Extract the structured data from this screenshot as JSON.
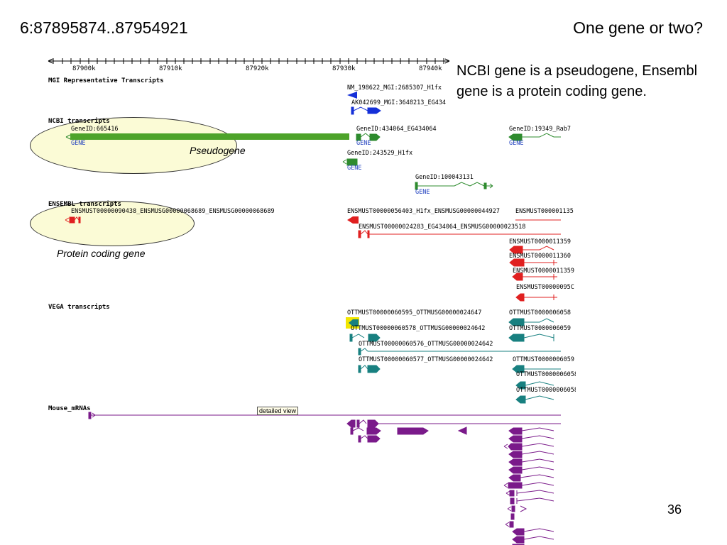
{
  "slide": {
    "coordinates": "6:87895874..87954921",
    "title": "One gene or two?",
    "note": "NCBI gene is a pseudogene, Ensembl gene is a protein coding gene.",
    "page_number": "36"
  },
  "callouts": {
    "pseudogene": "Pseudogene",
    "protein_coding": "Protein coding gene"
  },
  "ruler": {
    "ticks": [
      "87900k",
      "87910k",
      "87920k",
      "87930k",
      "87940k"
    ]
  },
  "tracks": {
    "mgi": {
      "title": "MGI Representative Transcripts",
      "features": [
        "NM_198622_MGI:2685307_H1fx",
        "AK042699_MGI:3648213_EG434"
      ]
    },
    "ncbi": {
      "title": "NCBI transcripts",
      "features": [
        {
          "id": "GeneID:665416",
          "type": "GENE"
        },
        {
          "id": "GeneID:434064_EG434064",
          "type": "GENE"
        },
        {
          "id": "GeneID:243529_H1fx",
          "type": "GENE"
        },
        {
          "id": "GeneID:100043131",
          "type": "GENE"
        },
        {
          "id": "GeneID:19349_Rab7",
          "type": "GENE"
        }
      ]
    },
    "ensembl": {
      "title": "ENSEMBL transcripts",
      "features": [
        "ENSMUST00000090438_ENSMUSG00000068689_ENSMUSG00000068689",
        "ENSMUST00000056403_H1fx_ENSMUSG00000044927",
        "ENSMUST000001135",
        "ENSMUST00000024283_EG434064_ENSMUSG00000023518",
        "ENSMUST0000011359",
        "ENSMUST0000011360",
        "ENSMUST0000011359",
        "ENSMUST00000095C"
      ]
    },
    "vega": {
      "title": "VEGA transcripts",
      "features": [
        "OTTMUST00000060595_OTTMUSG00000024647",
        "OTTMUST0000006058",
        "OTTMUST00000060578_OTTMUSG00000024642",
        "OTTMUST0000006059",
        "OTTMUST00000060576_OTTMUSG00000024642",
        "OTTMUST00000060577_OTTMUSG00000024642",
        "OTTMUST0000006059",
        "OTTMUST0000006058",
        "OTTMUST0000006058"
      ]
    },
    "mrna": {
      "title": "Mouse_mRNAs",
      "tooltip": "detailed view"
    }
  },
  "colors": {
    "ncbi_green": "#2e8b2e",
    "ncbi_bar": "#4da32a",
    "mgi_blue": "#1530d8",
    "ensembl_red": "#e02020",
    "vega_teal": "#188080",
    "mrna_purple": "#7a1a8a",
    "callout_fill": "#fbfbd6",
    "highlight": "#f2e600"
  }
}
